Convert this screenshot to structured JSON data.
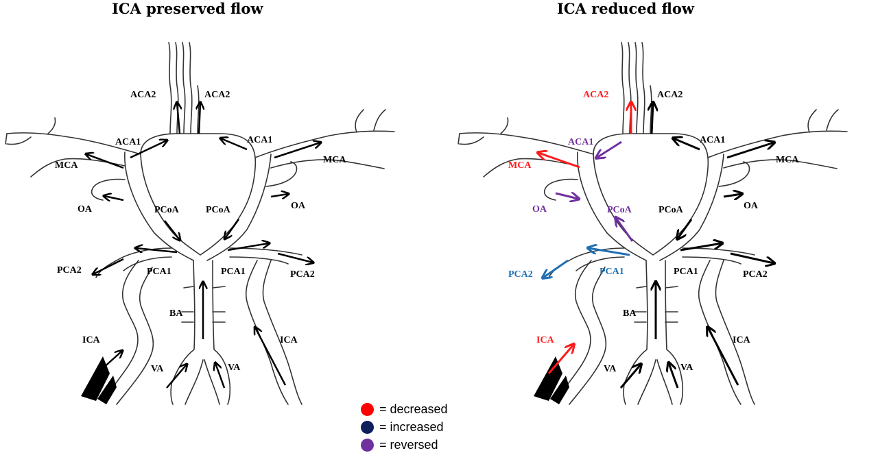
{
  "titles": {
    "left": "ICA preserved flow",
    "right": "ICA reduced flow"
  },
  "colors": {
    "normal": "#000000",
    "decreased": "#ff1a1a",
    "increased": "#0f1f5c",
    "reversed": "#7030a0",
    "blue_label": "#1f6fb4"
  },
  "left_panel": {
    "labels": {
      "aca2_l": "ACA2",
      "aca2_r": "ACA2",
      "aca1_l": "ACA1",
      "aca1_r": "ACA1",
      "mca_l": "MCA",
      "mca_r": "MCA",
      "oa_l": "OA",
      "oa_r": "OA",
      "pcoa_l": "PCoA",
      "pcoa_r": "PCoA",
      "pca1_l": "PCA1",
      "pca1_r": "PCA1",
      "pca2_l": "PCA2",
      "pca2_r": "PCA2",
      "ba": "BA",
      "ica_l": "ICA",
      "ica_r": "ICA",
      "va_l": "VA",
      "va_r": "VA"
    }
  },
  "right_panel": {
    "labels": {
      "aca2_l": "ACA2",
      "aca2_r": "ACA2",
      "aca1_l": "ACA1",
      "aca1_r": "ACA1",
      "mca_l": "MCA",
      "mca_r": "MCA",
      "oa_l": "OA",
      "oa_r": "OA",
      "pcoa_l": "PCoA",
      "pcoa_r": "PCoA",
      "pca1_l": "PCA1",
      "pca1_r": "PCA1",
      "pca2_l": "PCA2",
      "pca2_r": "PCA2",
      "ba": "BA",
      "ica_l": "ICA",
      "ica_r": "ICA",
      "va_l": "VA",
      "va_r": "VA"
    }
  },
  "legend": [
    {
      "label": "= decreased",
      "color": "#ff0000"
    },
    {
      "label": "= increased",
      "color": "#0f1f5c"
    },
    {
      "label": "= reversed",
      "color": "#7030a0"
    }
  ]
}
